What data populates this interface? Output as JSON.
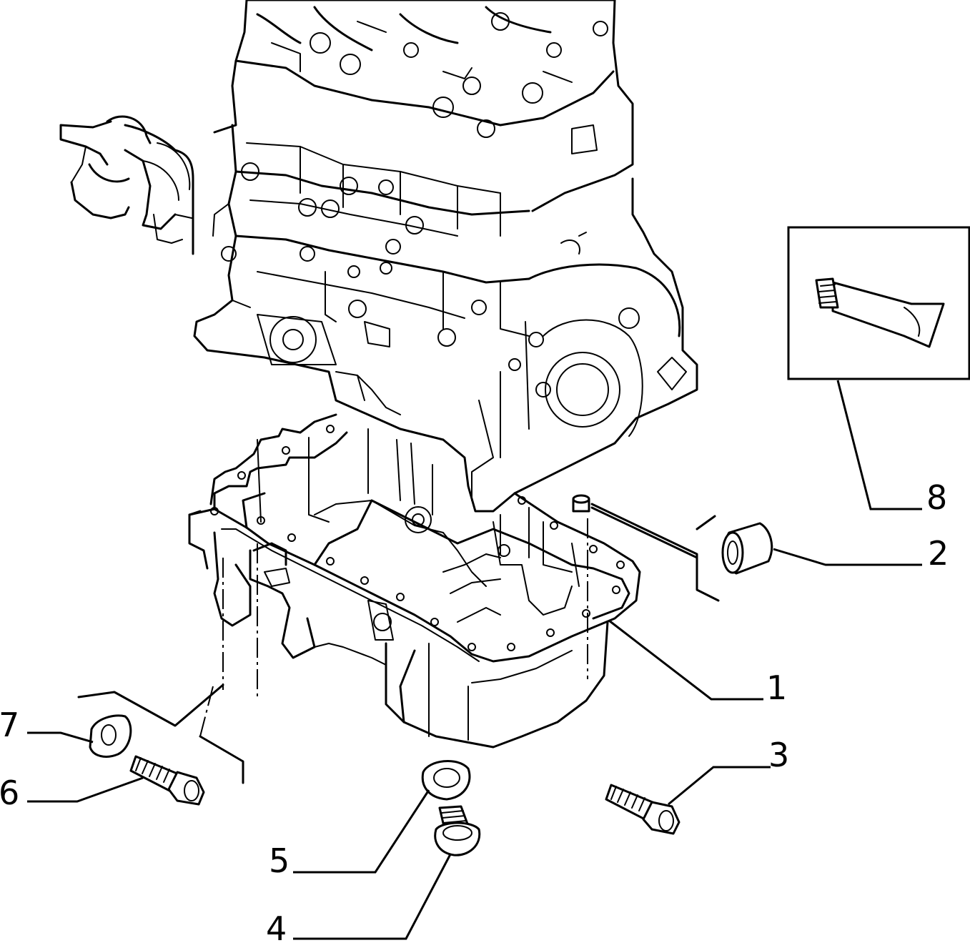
{
  "callouts": [
    {
      "id": "1",
      "label": "1"
    },
    {
      "id": "2",
      "label": "2"
    },
    {
      "id": "3",
      "label": "3"
    },
    {
      "id": "4",
      "label": "4"
    },
    {
      "id": "5",
      "label": "5"
    },
    {
      "id": "6",
      "label": "6"
    },
    {
      "id": "7",
      "label": "7"
    },
    {
      "id": "8",
      "label": "8"
    }
  ],
  "icons": {
    "engine_block": "engine-block-icon",
    "crankshaft": "crankshaft-icon",
    "oil_pan": "oil-pan-icon",
    "sealant_tube": "sealant-tube-icon",
    "dowel_bush": "dowel-bush-icon",
    "bolt": "bolt-icon",
    "drain_plug": "drain-plug-icon",
    "washer": "washer-icon"
  }
}
